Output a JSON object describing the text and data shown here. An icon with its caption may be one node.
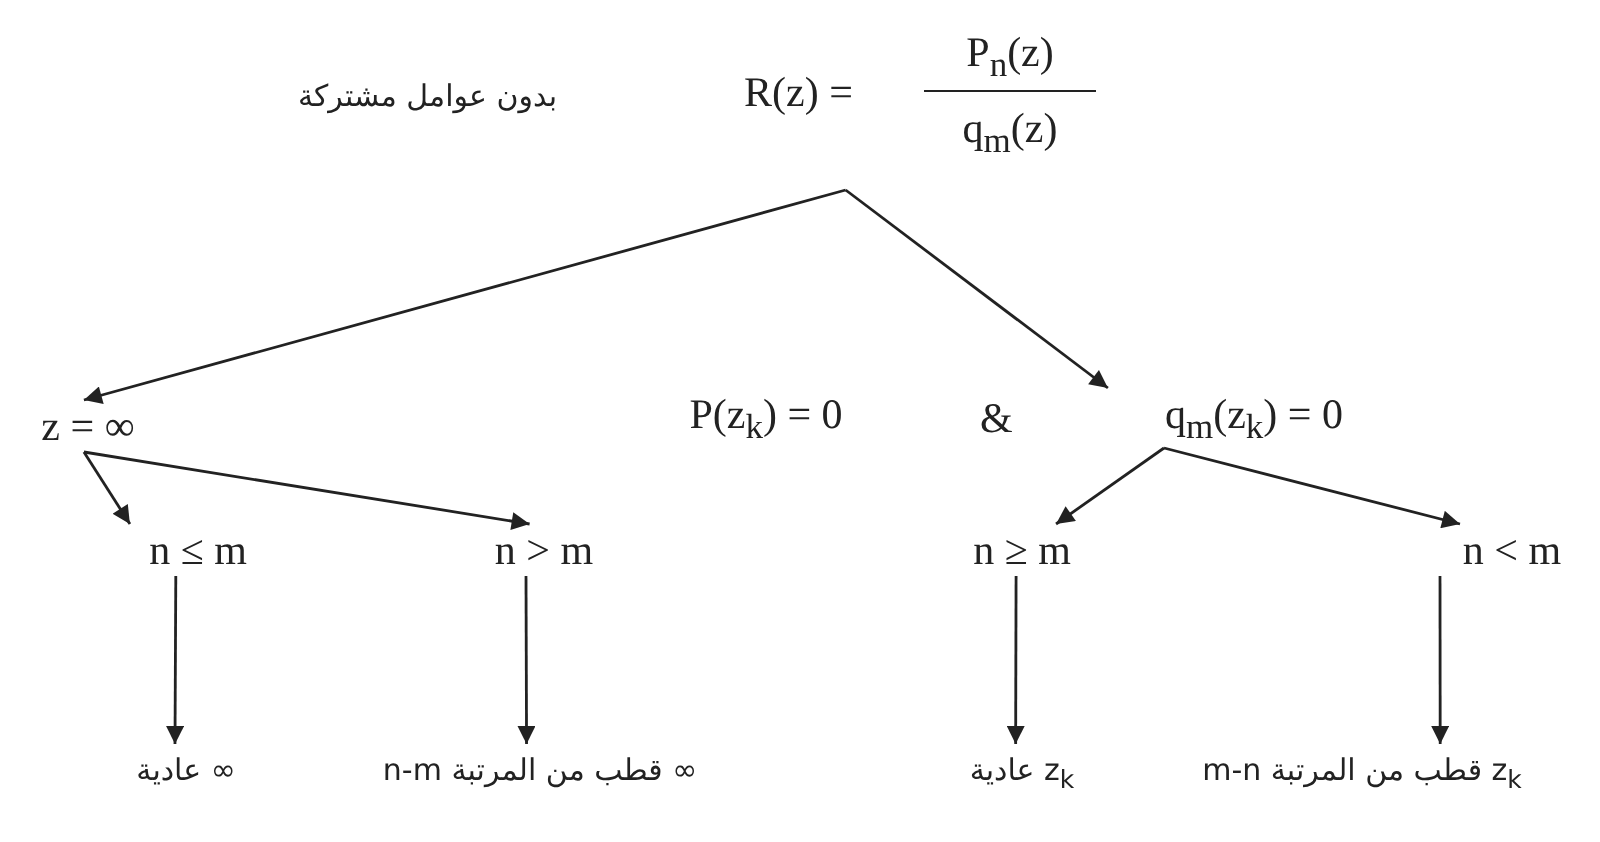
{
  "diagram": {
    "nodes": [
      {
        "text": [
          "P$_{n}$(z)",
          "q$_{m}$(z)",
          "R(z) =",
          "بدون عوامل مشتركة"
        ]
      },
      {
        "text": [
          "z = ∞"
        ]
      },
      {
        "text": [
          "P(z$_{k}$) = 0"
        ]
      },
      {
        "text": [
          "q$_{m}$(z$_{k}$) = 0"
        ]
      },
      {
        "text": [
          "n ≤ m"
        ]
      },
      {
        "text": [
          "n > m"
        ]
      },
      {
        "text": [
          "n ≥ m"
        ]
      },
      {
        "text": [
          "n < m"
        ]
      },
      {
        "text": [
          "∞ عادية"
        ]
      },
      {
        "text": [
          "∞ قطب من المرتبة n-m"
        ]
      },
      {
        "text": [
          "z$_{k}$ عادية"
        ]
      },
      {
        "text": [
          "z$_{k}$ قطب من المرتبة m-n"
        ]
      }
    ],
    "edges": [
      {
        "from": 0,
        "to": 1,
        "arrow": "to"
      },
      {
        "from": 0,
        "to": 3,
        "arrow": "to"
      },
      {
        "from": 1,
        "to": 4,
        "arrow": "to"
      },
      {
        "from": 1,
        "to": 5,
        "arrow": "to"
      },
      {
        "from": 3,
        "to": 6,
        "arrow": "to"
      },
      {
        "from": 3,
        "to": 7,
        "arrow": "to"
      },
      {
        "from": 4,
        "to": 8,
        "arrow": "to"
      },
      {
        "from": 5,
        "to": 9,
        "arrow": "to"
      },
      {
        "from": 6,
        "to": 10,
        "arrow": "to"
      },
      {
        "from": 7,
        "to": 11,
        "arrow": "to"
      }
    ],
    "labels": [
      "&"
    ]
  }
}
